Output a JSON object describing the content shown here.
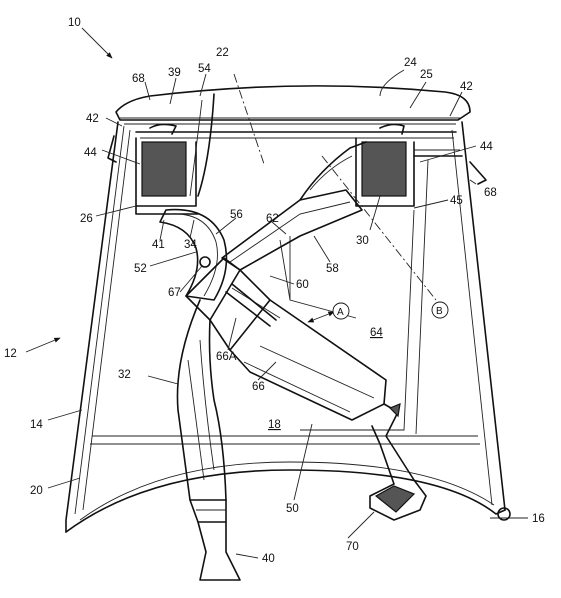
{
  "labels": {
    "n10": "10",
    "n12": "12",
    "n14": "14",
    "n16": "16",
    "n18": "18",
    "n20": "20",
    "n22": "22",
    "n24": "24",
    "n25": "25",
    "n26": "26",
    "n30": "30",
    "n32": "32",
    "n34": "34",
    "n39": "39",
    "n40": "40",
    "n41": "41",
    "n42a": "42",
    "n42b": "42",
    "n44a": "44",
    "n44b": "44",
    "n45": "45",
    "n50": "50",
    "n52": "52",
    "n54": "54",
    "n56": "56",
    "n58": "58",
    "n60": "60",
    "n62": "62",
    "n64": "64",
    "n66": "66",
    "n66A": "66A",
    "n67": "67",
    "n68a": "68",
    "n68b": "68",
    "n70": "70",
    "axisA": "A",
    "axisB": "B"
  }
}
